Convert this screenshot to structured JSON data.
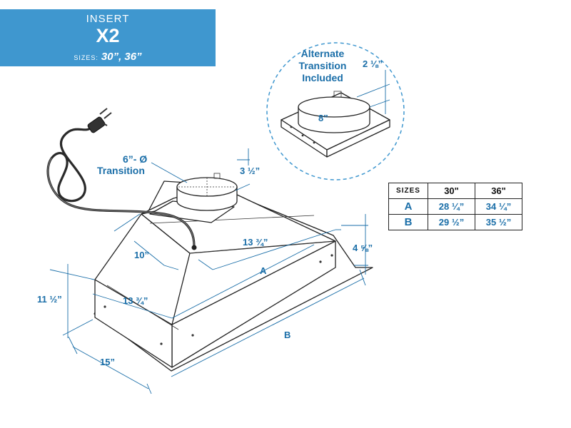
{
  "header": {
    "kicker": "INSERT",
    "model": "X2",
    "sizes_label": "SIZES:",
    "sizes_value": "30”, 36”"
  },
  "callout": {
    "title_lines": [
      "Alternate",
      "Transition",
      "Included"
    ],
    "duct_diameter": "8”",
    "collar_height": "2 ⅛”"
  },
  "transition_label": [
    "6”- Ø",
    "Transition"
  ],
  "dimensions": {
    "collar_height": "3 ½”",
    "top_depth": "10”",
    "top_length": "13 ¾”",
    "front_length": "13 ¾”",
    "width_a": "A",
    "height_side": "4 ⅝”",
    "height_total": "11 ½”",
    "depth_bottom": "15”",
    "width_b": "B"
  },
  "size_table": {
    "corner": "SIZES",
    "columns": [
      "30\"",
      "36\""
    ],
    "rows": [
      {
        "label": "A",
        "values": [
          "28 ¼”",
          "34 ¼”"
        ]
      },
      {
        "label": "B",
        "values": [
          "29 ½”",
          "35 ½”"
        ]
      }
    ]
  },
  "colors": {
    "header_bg": "#3f97cf",
    "dimension_blue": "#1a6ea8",
    "line_dark": "#222222"
  }
}
